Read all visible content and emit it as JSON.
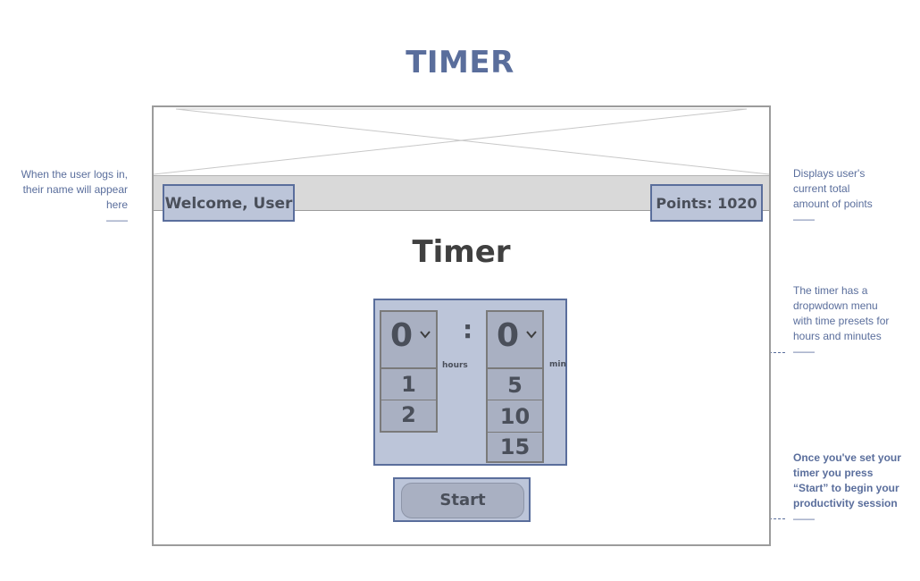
{
  "page_heading": "TIMER",
  "header": {
    "welcome": "Welcome, User",
    "points": "Points: 1020"
  },
  "main": {
    "title": "Timer",
    "hours": {
      "selected": "0",
      "options": [
        "1",
        "2"
      ],
      "unit": "hours"
    },
    "separator": ":",
    "minutes": {
      "selected": "0",
      "options": [
        "5",
        "10",
        "15"
      ],
      "unit": "min"
    },
    "start_label": "Start"
  },
  "annotations": {
    "welcome_note": [
      "When the user logs in,",
      "their name will appear",
      "here"
    ],
    "points_note": [
      "Displays user's",
      "current total",
      "amount of points"
    ],
    "timer_note": [
      "The timer has a",
      "dropwdown menu",
      "with time presets for",
      "hours and minutes"
    ],
    "start_note": [
      "Once you've set your",
      "timer you press",
      "“Start” to begin your",
      "productivity session"
    ],
    "dash": "——"
  },
  "colors": {
    "accent": "#5a6e9c",
    "highlight_fill": "#bcc5d9",
    "nav_bar": "#d9d9d9"
  }
}
